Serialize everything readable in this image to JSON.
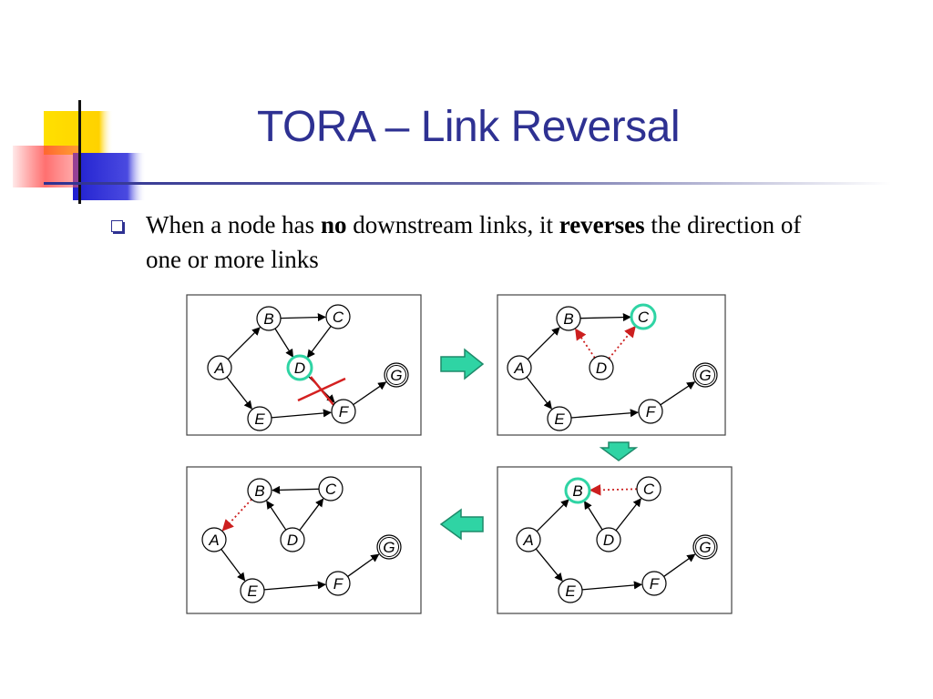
{
  "slide": {
    "title": "TORA – Link Reversal",
    "bullet": {
      "part1": "When a node has ",
      "bold1": "no",
      "part2": " downstream links, it ",
      "bold2": "reverses",
      "part3": " the direction of one or more links"
    }
  },
  "diagram": {
    "node_labels": [
      "A",
      "B",
      "C",
      "D",
      "E",
      "F",
      "G"
    ],
    "panels": [
      {
        "step": 1,
        "highlighted": "D",
        "broken_link": "D-F",
        "links": [
          [
            "A",
            "B"
          ],
          [
            "B",
            "C"
          ],
          [
            "B",
            "D"
          ],
          [
            "C",
            "D"
          ],
          [
            "A",
            "E"
          ],
          [
            "E",
            "F"
          ],
          [
            "F",
            "G"
          ],
          [
            "D",
            "F"
          ]
        ],
        "reversed": []
      },
      {
        "step": 2,
        "highlighted": "C",
        "links": [
          [
            "A",
            "B"
          ],
          [
            "B",
            "C"
          ],
          [
            "A",
            "E"
          ],
          [
            "E",
            "F"
          ],
          [
            "F",
            "G"
          ]
        ],
        "reversed": [
          [
            "D",
            "B"
          ],
          [
            "D",
            "C"
          ]
        ]
      },
      {
        "step": 3,
        "highlighted": "B",
        "links": [
          [
            "A",
            "B"
          ],
          [
            "D",
            "B"
          ],
          [
            "D",
            "C"
          ],
          [
            "A",
            "E"
          ],
          [
            "E",
            "F"
          ],
          [
            "F",
            "G"
          ]
        ],
        "reversed": [
          [
            "C",
            "B"
          ]
        ]
      },
      {
        "step": 4,
        "highlighted": null,
        "links": [
          [
            "C",
            "B"
          ],
          [
            "D",
            "B"
          ],
          [
            "D",
            "C"
          ],
          [
            "A",
            "E"
          ],
          [
            "E",
            "F"
          ],
          [
            "F",
            "G"
          ]
        ],
        "reversed": [
          [
            "B",
            "A"
          ]
        ]
      }
    ],
    "colors": {
      "title": "#2e3192",
      "highlight_ring": "#2fd4a4",
      "reversed_link": "#cc1f1f",
      "broken_cross": "#d42020",
      "step_arrow": "#2fd4a4"
    }
  }
}
